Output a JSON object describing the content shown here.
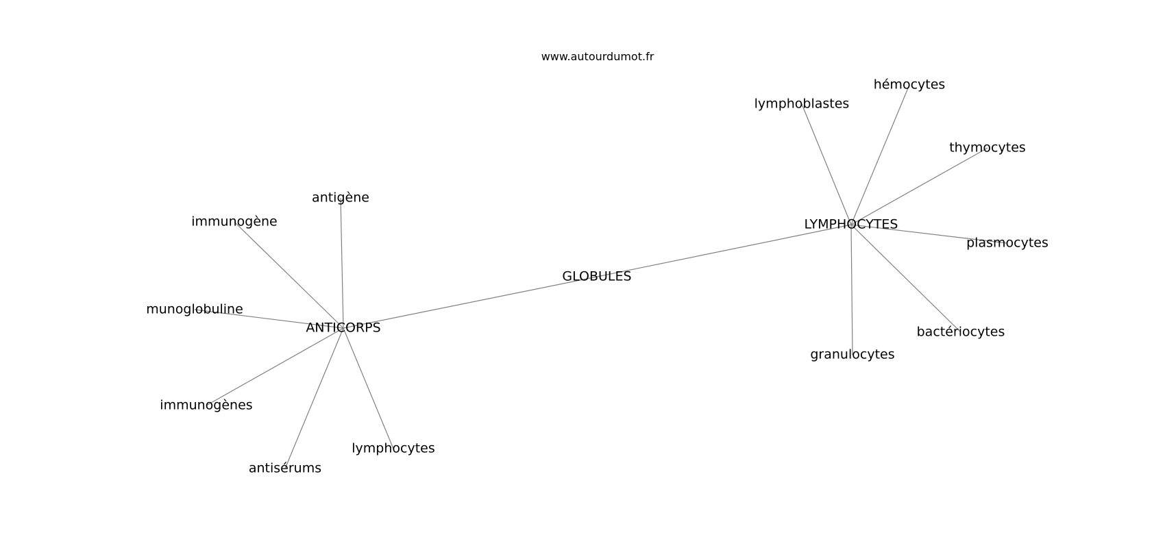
{
  "source": "www.autourdumot.fr",
  "colors": {
    "edge": "#808080",
    "text": "#000000",
    "background": "#ffffff"
  },
  "nodes": [
    {
      "id": "GLOBULES",
      "label": "GLOBULES"
    },
    {
      "id": "ANTICORPS",
      "label": "ANTICORPS"
    },
    {
      "id": "LYMPHOCYTES",
      "label": "LYMPHOCYTES"
    },
    {
      "id": "antigene",
      "label": "antigène"
    },
    {
      "id": "immunogene",
      "label": "immunogène"
    },
    {
      "id": "munoglobuline",
      "label": "munoglobuline"
    },
    {
      "id": "immunogenes",
      "label": "immunogènes"
    },
    {
      "id": "antiserums",
      "label": "antisérums"
    },
    {
      "id": "lymphocytes",
      "label": "lymphocytes"
    },
    {
      "id": "lymphoblastes",
      "label": "lymphoblastes"
    },
    {
      "id": "hemocytes",
      "label": "hémocytes"
    },
    {
      "id": "thymocytes",
      "label": "thymocytes"
    },
    {
      "id": "plasmocytes",
      "label": "plasmocytes"
    },
    {
      "id": "bacteriocytes",
      "label": "bactériocytes"
    },
    {
      "id": "granulocytes",
      "label": "granulocytes"
    }
  ],
  "edges": [
    [
      "GLOBULES",
      "ANTICORPS"
    ],
    [
      "GLOBULES",
      "LYMPHOCYTES"
    ],
    [
      "ANTICORPS",
      "antigene"
    ],
    [
      "ANTICORPS",
      "immunogene"
    ],
    [
      "ANTICORPS",
      "munoglobuline"
    ],
    [
      "ANTICORPS",
      "immunogenes"
    ],
    [
      "ANTICORPS",
      "antiserums"
    ],
    [
      "ANTICORPS",
      "lymphocytes"
    ],
    [
      "LYMPHOCYTES",
      "lymphoblastes"
    ],
    [
      "LYMPHOCYTES",
      "hemocytes"
    ],
    [
      "LYMPHOCYTES",
      "thymocytes"
    ],
    [
      "LYMPHOCYTES",
      "plasmocytes"
    ],
    [
      "LYMPHOCYTES",
      "bacteriocytes"
    ],
    [
      "LYMPHOCYTES",
      "granulocytes"
    ]
  ]
}
